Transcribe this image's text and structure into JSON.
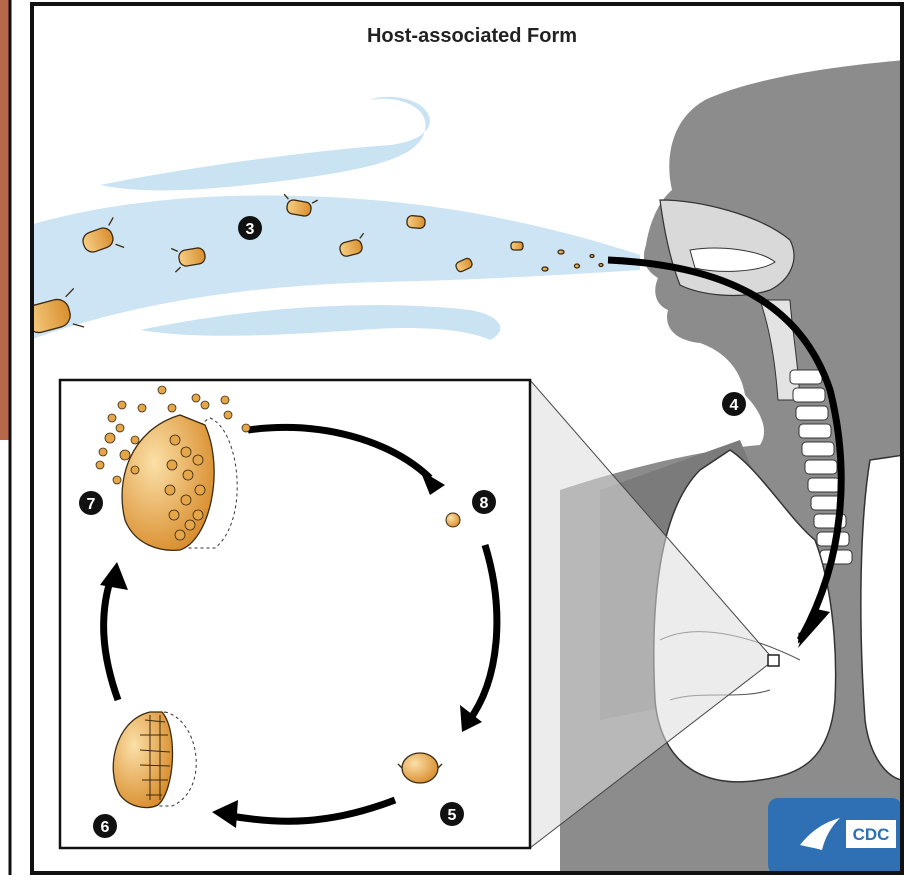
{
  "title": "Host-associated Form",
  "steps": {
    "s3": "3",
    "s4": "4",
    "s5": "5",
    "s6": "6",
    "s7": "7",
    "s8": "8"
  },
  "logo": {
    "text": "CDC"
  },
  "colors": {
    "background": "#ffffff",
    "frame": "#111111",
    "left_panel": "#b8684a",
    "air": "#c9e3f2",
    "body": "#8c8c8c",
    "body_dark": "#6e6e6e",
    "lung": "#ffffff",
    "spore": "#e5a64a",
    "arrow": "#000000",
    "logo_bg": "#2f6fb4"
  }
}
